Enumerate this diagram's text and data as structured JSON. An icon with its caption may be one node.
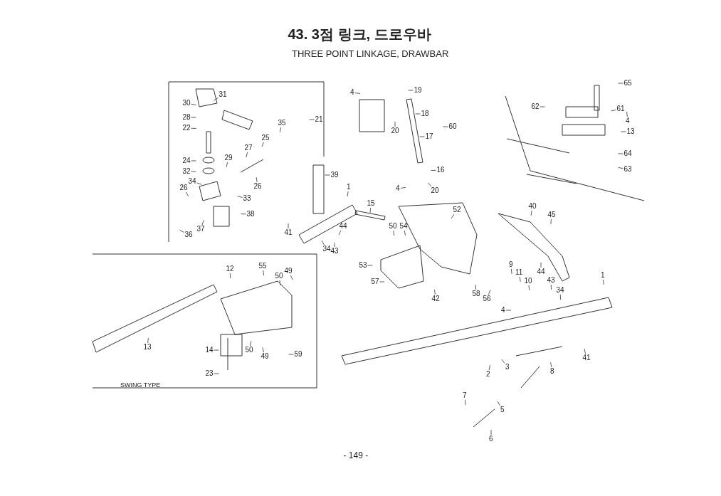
{
  "diagram": {
    "title": "43. 3점 링크, 드로우바",
    "nodes": [
      {
        "text": [
          "31"
        ]
      },
      {
        "text": [
          "30"
        ]
      },
      {
        "text": [
          "28"
        ]
      },
      {
        "text": [
          "22"
        ]
      },
      {
        "text": [
          "35"
        ]
      },
      {
        "text": [
          "21"
        ]
      },
      {
        "text": [
          "25"
        ]
      },
      {
        "text": [
          "27"
        ]
      },
      {
        "text": [
          "29"
        ]
      },
      {
        "text": [
          "24"
        ]
      },
      {
        "text": [
          "32"
        ]
      },
      {
        "text": [
          "34"
        ]
      },
      {
        "text": [
          "26"
        ]
      },
      {
        "text": [
          "26"
        ]
      },
      {
        "text": [
          "33"
        ]
      },
      {
        "text": [
          "38"
        ]
      },
      {
        "text": [
          "37"
        ]
      },
      {
        "text": [
          "36"
        ]
      },
      {
        "text": [
          "4"
        ]
      },
      {
        "text": [
          "19"
        ]
      },
      {
        "text": [
          "18"
        ]
      },
      {
        "text": [
          "20"
        ]
      },
      {
        "text": [
          "17"
        ]
      },
      {
        "text": [
          "60"
        ]
      },
      {
        "text": [
          "16"
        ]
      },
      {
        "text": [
          "39"
        ]
      },
      {
        "text": [
          "4"
        ]
      },
      {
        "text": [
          "20"
        ]
      },
      {
        "text": [
          "1"
        ]
      },
      {
        "text": [
          "15"
        ]
      },
      {
        "text": [
          "41"
        ]
      },
      {
        "text": [
          "44"
        ]
      },
      {
        "text": [
          "34"
        ]
      },
      {
        "text": [
          "43"
        ]
      },
      {
        "text": [
          "50"
        ]
      },
      {
        "text": [
          "54"
        ]
      },
      {
        "text": [
          "52"
        ]
      },
      {
        "text": [
          "53"
        ]
      },
      {
        "text": [
          "57"
        ]
      },
      {
        "text": [
          "42"
        ]
      },
      {
        "text": [
          "58"
        ]
      },
      {
        "text": [
          "56"
        ]
      },
      {
        "text": [
          "65"
        ]
      },
      {
        "text": [
          "62"
        ]
      },
      {
        "text": [
          "61"
        ]
      },
      {
        "text": [
          "4"
        ]
      },
      {
        "text": [
          "13"
        ]
      },
      {
        "text": [
          "64"
        ]
      },
      {
        "text": [
          "63"
        ]
      },
      {
        "text": [
          "40"
        ]
      },
      {
        "text": [
          "45"
        ]
      },
      {
        "text": [
          "9"
        ]
      },
      {
        "text": [
          "11"
        ]
      },
      {
        "text": [
          "10"
        ]
      },
      {
        "text": [
          "44"
        ]
      },
      {
        "text": [
          "43"
        ]
      },
      {
        "text": [
          "34"
        ]
      },
      {
        "text": [
          "1"
        ]
      },
      {
        "text": [
          "4"
        ]
      },
      {
        "text": [
          "41"
        ]
      },
      {
        "text": [
          "2"
        ]
      },
      {
        "text": [
          "3"
        ]
      },
      {
        "text": [
          "8"
        ]
      },
      {
        "text": [
          "7"
        ]
      },
      {
        "text": [
          "5"
        ]
      },
      {
        "text": [
          "6"
        ]
      },
      {
        "text": [
          "12"
        ]
      },
      {
        "text": [
          "55"
        ]
      },
      {
        "text": [
          "50"
        ]
      },
      {
        "text": [
          "49"
        ]
      },
      {
        "text": [
          "13"
        ]
      },
      {
        "text": [
          "14"
        ]
      },
      {
        "text": [
          "50"
        ]
      },
      {
        "text": [
          "49"
        ]
      },
      {
        "text": [
          "59"
        ]
      },
      {
        "text": [
          "23"
        ]
      }
    ],
    "edges": [
      {
        "from": 0,
        "to": null,
        "arrow": "none"
      },
      {
        "from": 1,
        "to": null,
        "arrow": "none"
      },
      {
        "from": 2,
        "to": null,
        "arrow": "none"
      },
      {
        "from": 3,
        "to": null,
        "arrow": "none"
      },
      {
        "from": 4,
        "to": null,
        "arrow": "none"
      },
      {
        "from": 5,
        "to": null,
        "arrow": "none"
      },
      {
        "from": 6,
        "to": null,
        "arrow": "none"
      },
      {
        "from": 7,
        "to": null,
        "arrow": "none"
      },
      {
        "from": 8,
        "to": null,
        "arrow": "none"
      },
      {
        "from": 9,
        "to": null,
        "arrow": "none"
      },
      {
        "from": 10,
        "to": null,
        "arrow": "none"
      },
      {
        "from": 11,
        "to": null,
        "arrow": "none"
      },
      {
        "from": 12,
        "to": null,
        "arrow": "none"
      },
      {
        "from": 13,
        "to": null,
        "arrow": "none"
      },
      {
        "from": 14,
        "to": null,
        "arrow": "none"
      },
      {
        "from": 15,
        "to": null,
        "arrow": "none"
      },
      {
        "from": 16,
        "to": null,
        "arrow": "none"
      },
      {
        "from": 17,
        "to": null,
        "arrow": "none"
      },
      {
        "from": 18,
        "to": null,
        "arrow": "none"
      },
      {
        "from": 19,
        "to": null,
        "arrow": "none"
      },
      {
        "from": 20,
        "to": null,
        "arrow": "none"
      },
      {
        "from": 21,
        "to": null,
        "arrow": "none"
      },
      {
        "from": 22,
        "to": null,
        "arrow": "none"
      },
      {
        "from": 23,
        "to": null,
        "arrow": "none"
      },
      {
        "from": 24,
        "to": null,
        "arrow": "none"
      },
      {
        "from": 25,
        "to": null,
        "arrow": "none"
      },
      {
        "from": 26,
        "to": null,
        "arrow": "none"
      },
      {
        "from": 27,
        "to": null,
        "arrow": "none"
      },
      {
        "from": 28,
        "to": null,
        "arrow": "none"
      },
      {
        "from": 29,
        "to": null,
        "arrow": "none"
      },
      {
        "from": 30,
        "to": null,
        "arrow": "none"
      },
      {
        "from": 31,
        "to": null,
        "arrow": "none"
      },
      {
        "from": 32,
        "to": null,
        "arrow": "none"
      },
      {
        "from": 33,
        "to": null,
        "arrow": "none"
      },
      {
        "from": 34,
        "to": null,
        "arrow": "none"
      },
      {
        "from": 35,
        "to": null,
        "arrow": "none"
      },
      {
        "from": 36,
        "to": null,
        "arrow": "none"
      },
      {
        "from": 37,
        "to": null,
        "arrow": "none"
      },
      {
        "from": 38,
        "to": null,
        "arrow": "none"
      },
      {
        "from": 39,
        "to": null,
        "arrow": "none"
      },
      {
        "from": 40,
        "to": null,
        "arrow": "none"
      },
      {
        "from": 41,
        "to": null,
        "arrow": "none"
      },
      {
        "from": 42,
        "to": null,
        "arrow": "none"
      },
      {
        "from": 43,
        "to": null,
        "arrow": "none"
      },
      {
        "from": 44,
        "to": null,
        "arrow": "none"
      },
      {
        "from": 45,
        "to": null,
        "arrow": "none"
      },
      {
        "from": 46,
        "to": null,
        "arrow": "none"
      },
      {
        "from": 47,
        "to": null,
        "arrow": "none"
      },
      {
        "from": 48,
        "to": null,
        "arrow": "none"
      },
      {
        "from": 49,
        "to": null,
        "arrow": "none"
      },
      {
        "from": 50,
        "to": null,
        "arrow": "none"
      },
      {
        "from": 51,
        "to": null,
        "arrow": "none"
      },
      {
        "from": 52,
        "to": null,
        "arrow": "none"
      },
      {
        "from": 53,
        "to": null,
        "arrow": "none"
      },
      {
        "from": 54,
        "to": null,
        "arrow": "none"
      },
      {
        "from": 55,
        "to": null,
        "arrow": "none"
      },
      {
        "from": 56,
        "to": null,
        "arrow": "none"
      },
      {
        "from": 57,
        "to": null,
        "arrow": "none"
      },
      {
        "from": 58,
        "to": null,
        "arrow": "none"
      },
      {
        "from": 59,
        "to": null,
        "arrow": "none"
      },
      {
        "from": 60,
        "to": null,
        "arrow": "none"
      },
      {
        "from": 61,
        "to": null,
        "arrow": "none"
      },
      {
        "from": 62,
        "to": null,
        "arrow": "none"
      },
      {
        "from": 63,
        "to": null,
        "arrow": "none"
      },
      {
        "from": 64,
        "to": null,
        "arrow": "none"
      },
      {
        "from": 65,
        "to": null,
        "arrow": "none"
      },
      {
        "from": 66,
        "to": null,
        "arrow": "none"
      },
      {
        "from": 67,
        "to": null,
        "arrow": "none"
      },
      {
        "from": 68,
        "to": null,
        "arrow": "none"
      },
      {
        "from": 69,
        "to": null,
        "arrow": "none"
      },
      {
        "from": 70,
        "to": null,
        "arrow": "none"
      },
      {
        "from": 71,
        "to": null,
        "arrow": "none"
      },
      {
        "from": 72,
        "to": null,
        "arrow": "none"
      },
      {
        "from": 73,
        "to": null,
        "arrow": "none"
      },
      {
        "from": 74,
        "to": null,
        "arrow": "none"
      },
      {
        "from": 75,
        "to": null,
        "arrow": "none"
      }
    ],
    "labels": [
      "THREE POINT LINKAGE, DRAWBAR",
      "SWING TYPE",
      "- 149 -"
    ]
  }
}
